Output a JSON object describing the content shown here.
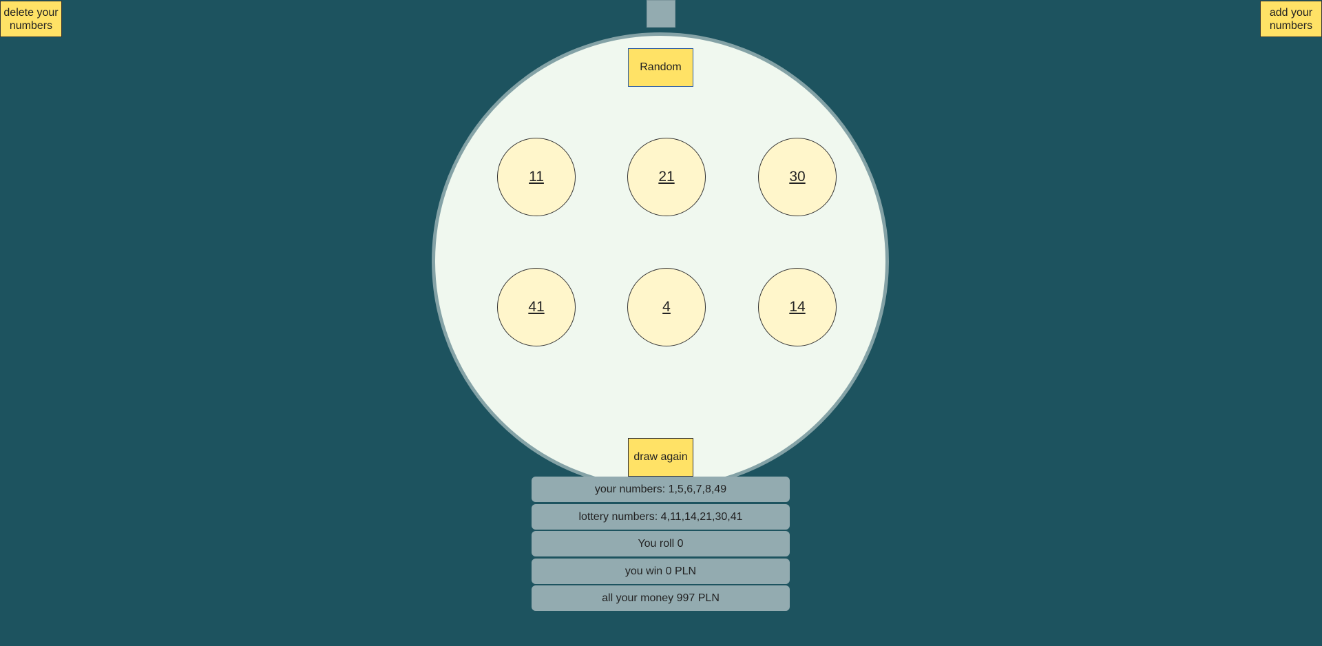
{
  "buttons": {
    "delete": "delete your\nnumbers",
    "add": "add your\nnumbers",
    "random": "Random",
    "draw_again": "draw again"
  },
  "balls": [
    "11",
    "21",
    "30",
    "41",
    "4",
    "14"
  ],
  "info": {
    "your_numbers": "your numbers: 1,5,6,7,8,49",
    "lottery_numbers": "lottery numbers: 4,11,14,21,30,41",
    "roll": "You roll 0",
    "win": "you win 0 PLN",
    "money": "all your money 997 PLN"
  },
  "colors": {
    "background": "#1d535f",
    "button": "#ffe266",
    "ball": "#fff6cb",
    "drum": "#f0f8ef",
    "panel": "#93abb0"
  }
}
